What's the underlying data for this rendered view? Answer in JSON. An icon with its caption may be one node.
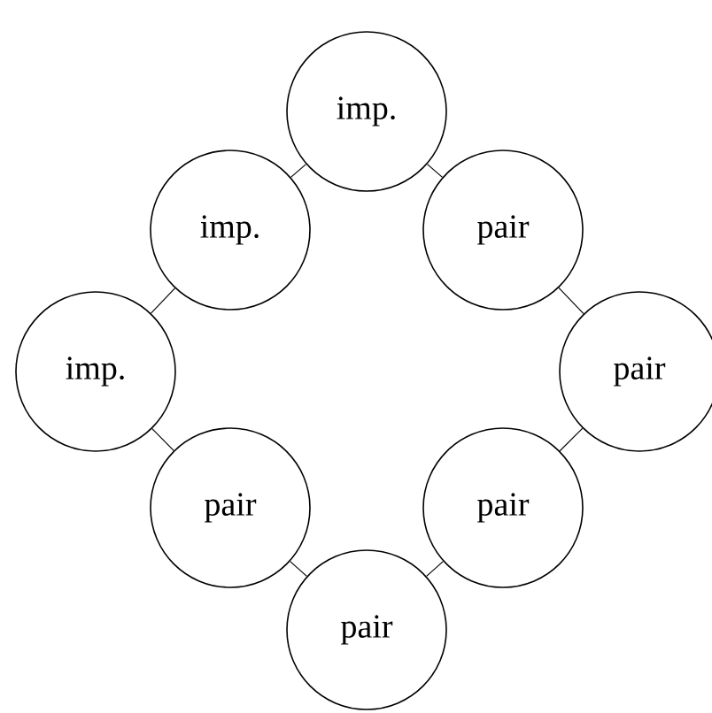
{
  "diagram": {
    "nodes": [
      {
        "text": [
          "imp."
        ]
      },
      {
        "text": [
          "imp."
        ]
      },
      {
        "text": [
          "pair"
        ]
      },
      {
        "text": [
          "imp."
        ]
      },
      {
        "text": [
          "pair"
        ]
      },
      {
        "text": [
          "pair"
        ]
      },
      {
        "text": [
          "pair"
        ]
      },
      {
        "text": [
          "pair"
        ]
      }
    ],
    "edges": [
      {
        "from": 0,
        "to": 1,
        "arrow": "none"
      },
      {
        "from": 0,
        "to": 2,
        "arrow": "none"
      },
      {
        "from": 1,
        "to": 3,
        "arrow": "none"
      },
      {
        "from": 2,
        "to": 4,
        "arrow": "none"
      },
      {
        "from": 3,
        "to": 5,
        "arrow": "none"
      },
      {
        "from": 4,
        "to": 6,
        "arrow": "none"
      },
      {
        "from": 5,
        "to": 7,
        "arrow": "none"
      },
      {
        "from": 6,
        "to": 7,
        "arrow": "none"
      }
    ]
  }
}
